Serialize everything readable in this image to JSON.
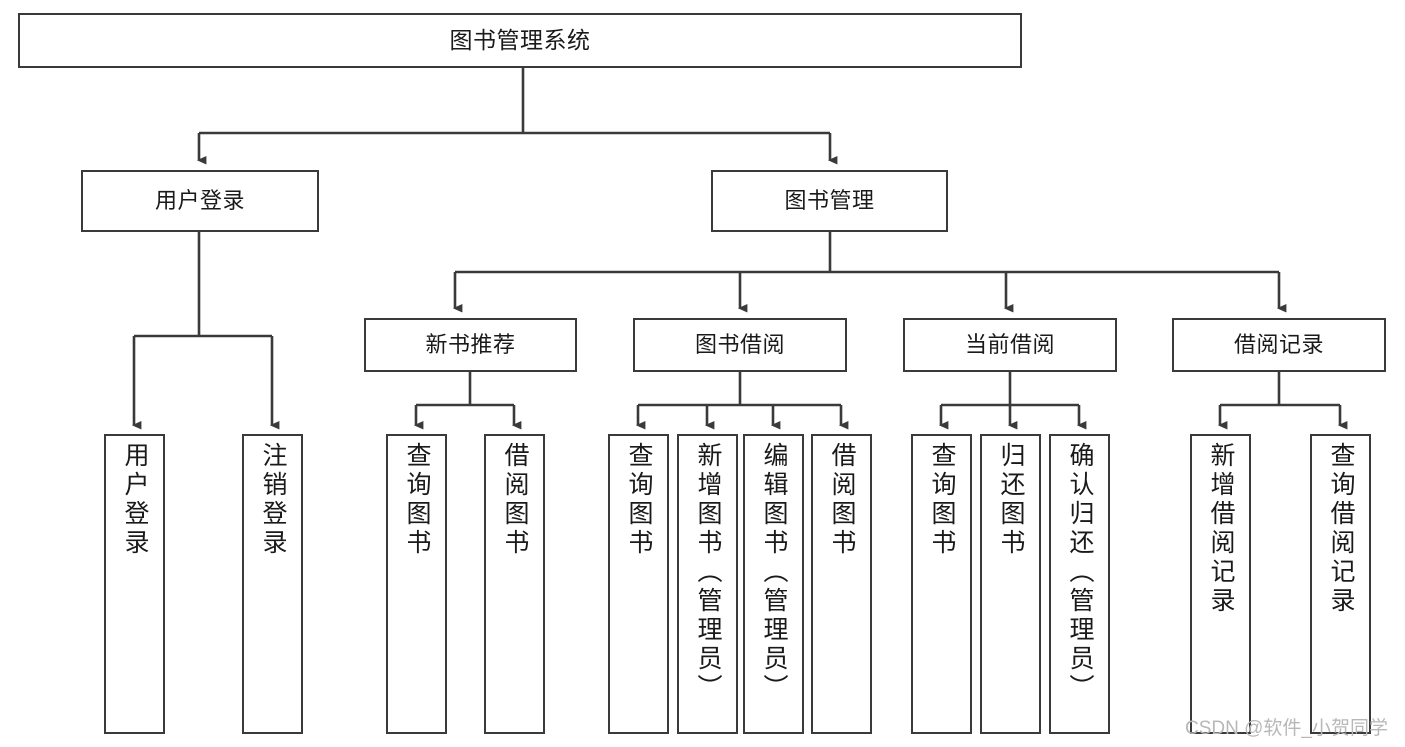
{
  "diagram": {
    "title": "图书管理系统",
    "type": "hierarchy-tree",
    "watermark": "CSDN @软件_小贺同学",
    "colors": {
      "stroke": "#3a3a3a",
      "background": "#ffffff",
      "text": "#1a1a1a",
      "watermark": "#b8b8b8"
    },
    "root": {
      "label": "图书管理系统"
    },
    "level2": [
      {
        "id": "user-login",
        "label": "用户登录"
      },
      {
        "id": "book-manage",
        "label": "图书管理"
      }
    ],
    "level3": [
      {
        "id": "new-book-rec",
        "label": "新书推荐"
      },
      {
        "id": "book-borrow",
        "label": "图书借阅"
      },
      {
        "id": "current-borrow",
        "label": "当前借阅"
      },
      {
        "id": "borrow-record",
        "label": "借阅记录"
      }
    ],
    "leaves": {
      "user_login": [
        {
          "id": "leaf-user-login",
          "label": "用户登录"
        },
        {
          "id": "leaf-logout",
          "label": "注销登录"
        }
      ],
      "new_book_rec": [
        {
          "id": "leaf-query-book-1",
          "label": "查询图书"
        },
        {
          "id": "leaf-borrow-book-1",
          "label": "借阅图书"
        }
      ],
      "book_borrow": [
        {
          "id": "leaf-query-book-2",
          "label": "查询图书"
        },
        {
          "id": "leaf-add-book",
          "label": "新增图书（管理员）"
        },
        {
          "id": "leaf-edit-book",
          "label": "编辑图书（管理员）"
        },
        {
          "id": "leaf-borrow-book-2",
          "label": "借阅图书"
        }
      ],
      "current_borrow": [
        {
          "id": "leaf-query-book-3",
          "label": "查询图书"
        },
        {
          "id": "leaf-return-book",
          "label": "归还图书"
        },
        {
          "id": "leaf-confirm-return",
          "label": "确认归还（管理员）"
        }
      ],
      "borrow_record": [
        {
          "id": "leaf-add-record",
          "label": "新增借阅记录"
        },
        {
          "id": "leaf-query-record",
          "label": "查询借阅记录"
        }
      ]
    }
  }
}
